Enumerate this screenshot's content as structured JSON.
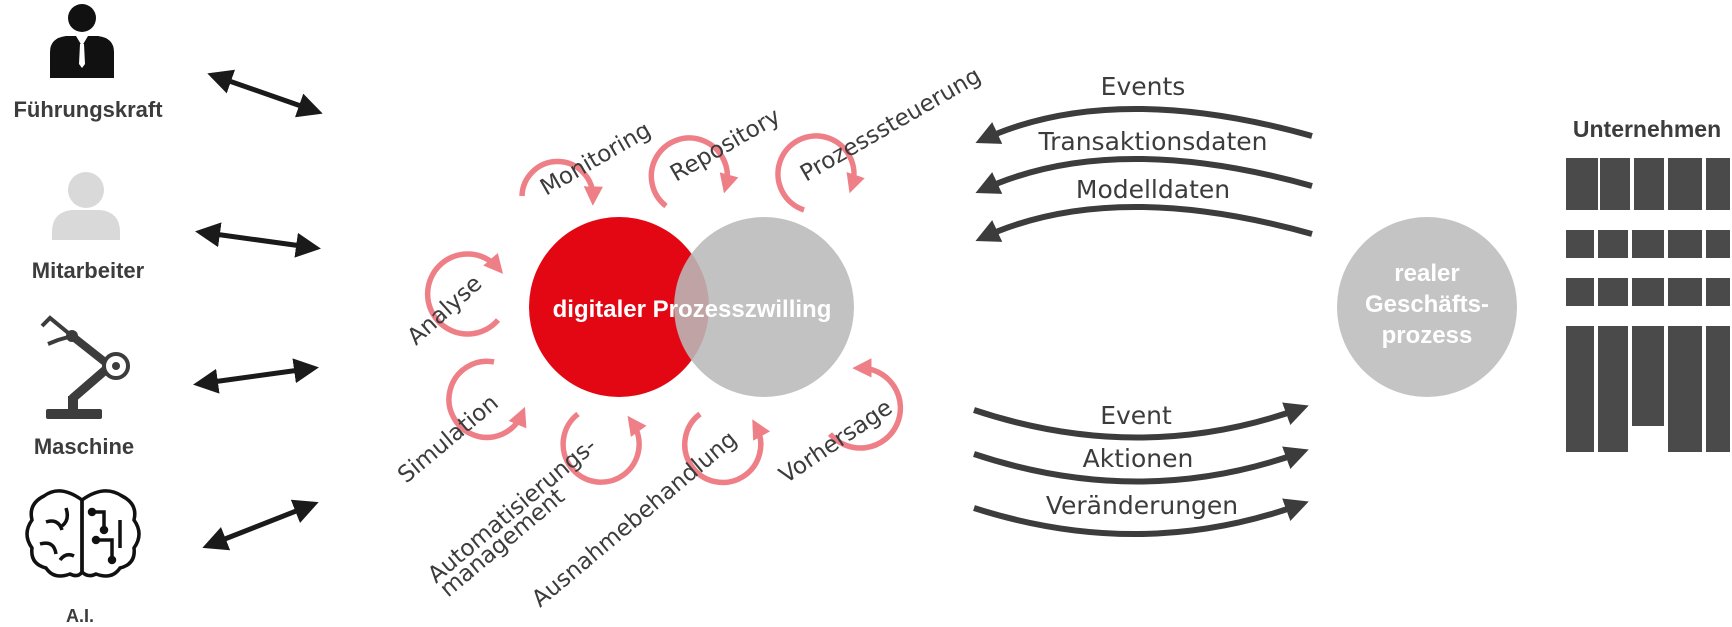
{
  "actors": {
    "manager": "Führungskraft",
    "employee": "Mitarbeiter",
    "machine": "Maschine",
    "ai": "A.I."
  },
  "twin": {
    "label": "digitaler Prozesszwilling",
    "color_digital": "#e30613",
    "color_real": "#c0c0c0"
  },
  "functions": {
    "monitoring": "Monitoring",
    "repository": "Repository",
    "control": "Prozesssteuerung",
    "analysis": "Analyse",
    "simulation": "Simulation",
    "automation_line1": "Automatisierungs-",
    "automation_line2": "management",
    "exception": "Ausnahmebehandlung",
    "prediction": "Vorhersage",
    "cycle_color": "#ee7f87"
  },
  "inbound": {
    "events": "Events",
    "transactions": "Transaktionsdaten",
    "models": "Modelldaten"
  },
  "outbound": {
    "event": "Event",
    "actions": "Aktionen",
    "changes": "Veränderungen"
  },
  "real_process": {
    "line1": "realer",
    "line2": "Geschäfts-",
    "line3": "prozess"
  },
  "company": {
    "label": "Unternehmen",
    "color": "#4a4a4a"
  }
}
